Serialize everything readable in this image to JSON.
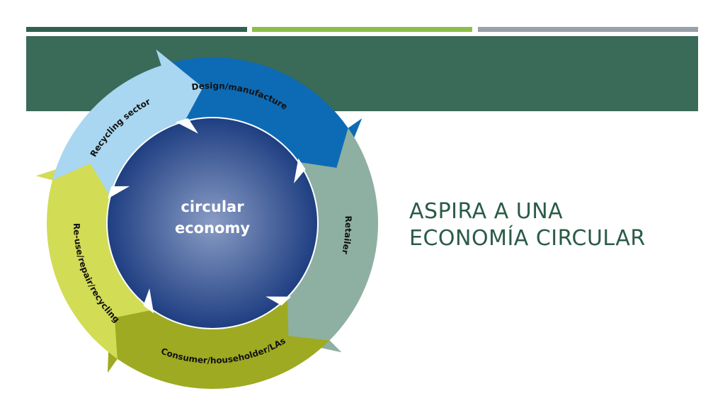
{
  "colors": {
    "bar_1": "#2f6150",
    "bar_2": "#8cbf4a",
    "bar_3": "#9aa0a8",
    "header_band": "#3a6a58",
    "title_text": "#2b5b47",
    "design": "#0d6bb5",
    "retailer": "#8eb0a2",
    "consumer": "#9eaa22",
    "reuse": "#d2dc55",
    "recycling": "#a9d6f0",
    "center_outer": "#1f3f82",
    "center_inner": "#8a9cc5"
  },
  "slide": {
    "title_line1": "ASPIRA A UNA",
    "title_line2": "ECONOMÍA CIRCULAR"
  },
  "diagram": {
    "center_line1": "circular",
    "center_line2": "economy",
    "segments": [
      {
        "label": "Design/manufacture",
        "color_key": "design"
      },
      {
        "label": "Retailer",
        "color_key": "retailer"
      },
      {
        "label": "Consumer/householder/LAs",
        "color_key": "consumer"
      },
      {
        "label": "Re-use/repair/recycling",
        "color_key": "reuse"
      },
      {
        "label": "Recycling sector",
        "color_key": "recycling"
      }
    ]
  }
}
